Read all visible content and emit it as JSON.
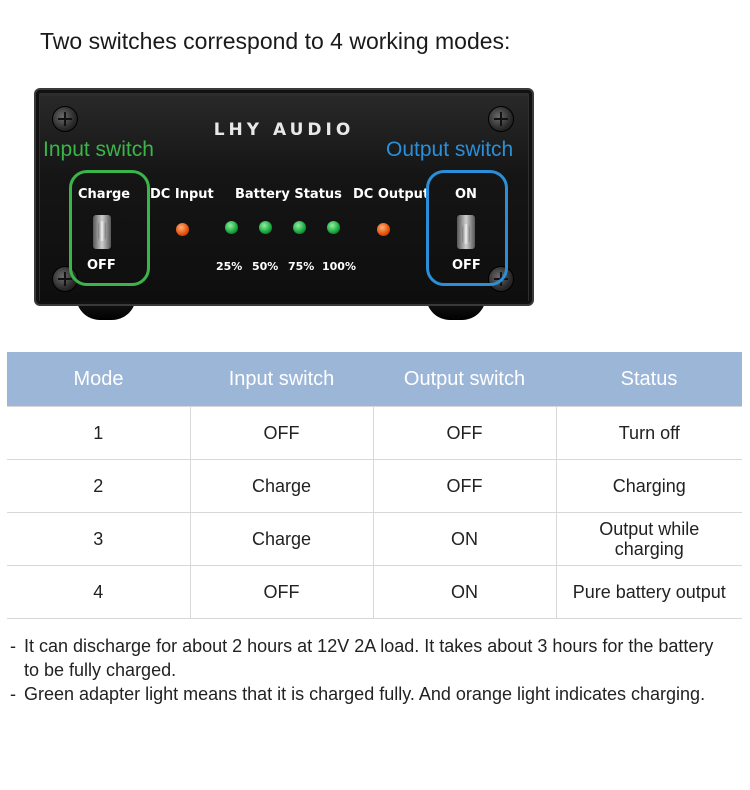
{
  "heading": "Two switches correspond to 4 working modes:",
  "device": {
    "brand": "LHY AUDIO",
    "callout_input": "Input switch",
    "callout_output": "Output switch",
    "label_charge": "Charge",
    "label_off_left": "OFF",
    "label_dc_input": "DC Input",
    "label_battery_status": "Battery Status",
    "label_dc_output": "DC Output",
    "label_on": "ON",
    "label_off_right": "OFF",
    "battery_levels": [
      "25%",
      "50%",
      "75%",
      "100%"
    ],
    "colors": {
      "input_callout": "#3bb54a",
      "output_callout": "#2a8fd8",
      "dc_led": "#e24f06",
      "battery_led": "#17a33a"
    }
  },
  "table": {
    "headers": [
      "Mode",
      "Input switch",
      "Output switch",
      "Status"
    ],
    "header_color": "#9cb6d8",
    "rows": [
      [
        "1",
        "OFF",
        "OFF",
        "Turn off"
      ],
      [
        "2",
        "Charge",
        "OFF",
        "Charging"
      ],
      [
        "3",
        "Charge",
        "ON",
        "Output while charging"
      ],
      [
        "4",
        "OFF",
        "ON",
        "Pure battery output"
      ]
    ]
  },
  "notes": [
    "It can discharge for about 2 hours at 12V 2A load. It takes about 3 hours for the battery to be fully charged.",
    "Green adapter light means that it is charged fully. And orange light indicates charging."
  ]
}
